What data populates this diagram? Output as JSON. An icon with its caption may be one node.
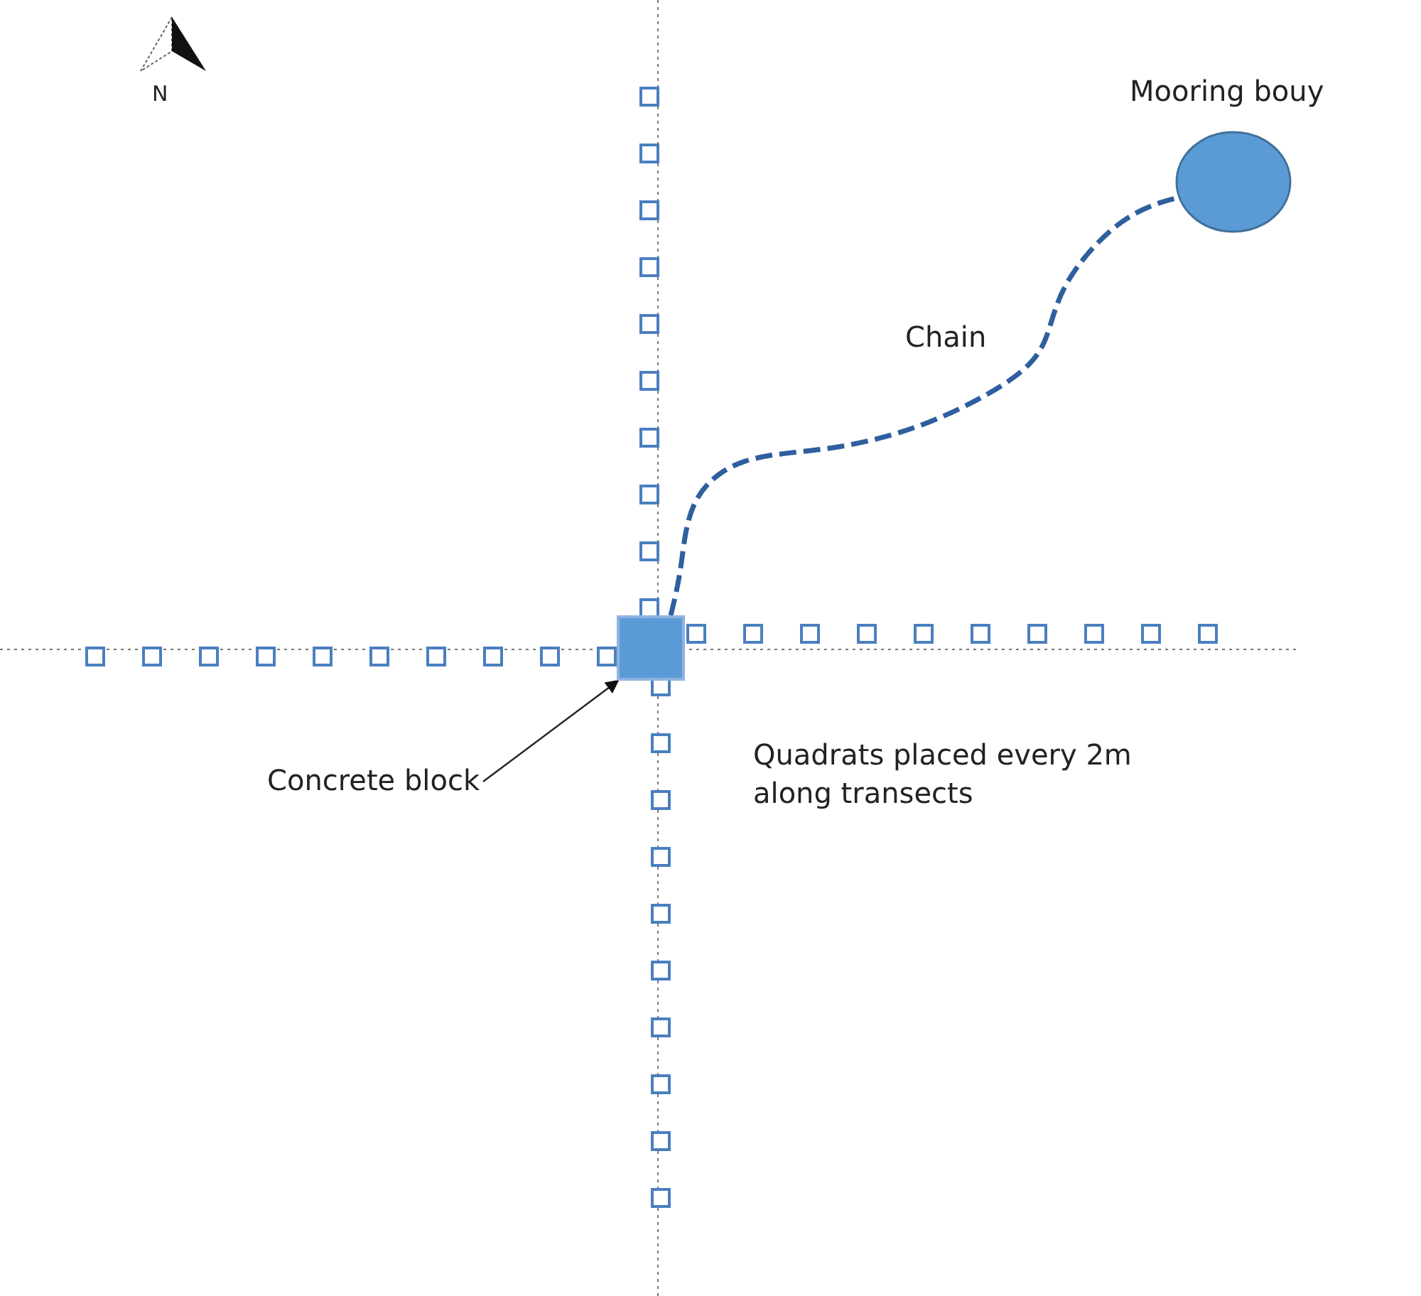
{
  "diagram": {
    "nodes": [
      {
        "text": [
          "Mooring bouy"
        ]
      },
      {
        "text": [],
        "shape": "box"
      },
      {
        "text": [
          "Concrete block"
        ]
      }
    ],
    "edges": [
      {
        "from": 1,
        "to": 0,
        "arrow": "none",
        "style": "dashed",
        "color": "#2e5f9e",
        "label": "Chain"
      },
      {
        "from": 2,
        "to": 1,
        "arrow": "to",
        "color": "#222222"
      }
    ],
    "labels": [
      "N",
      "Quadrats placed every 2m along transects"
    ]
  }
}
